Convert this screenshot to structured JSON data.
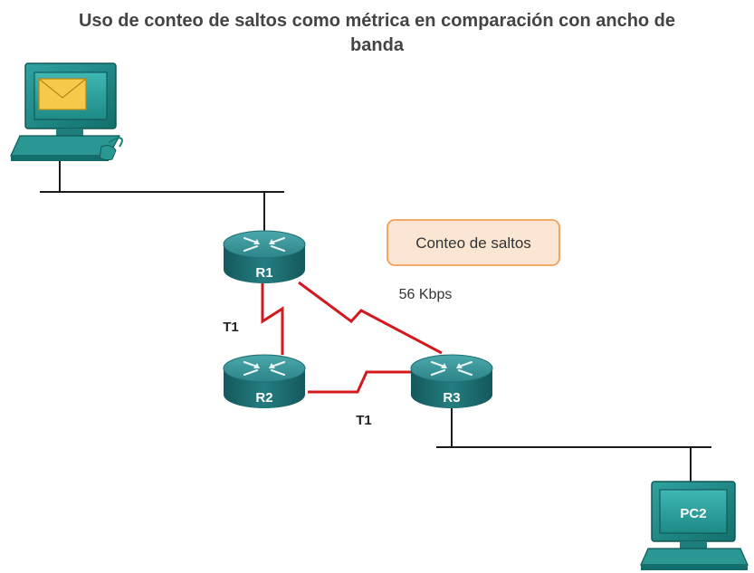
{
  "title": {
    "line1": "Uso de conteo de saltos como métrica en comparación con ancho de",
    "line2": "banda"
  },
  "callout": {
    "text": "Conteo de saltos"
  },
  "routers": {
    "r1": "R1",
    "r2": "R2",
    "r3": "R3"
  },
  "links": {
    "r1_r2": "T1",
    "r2_r3": "T1",
    "r1_r3": "56 Kbps"
  },
  "hosts": {
    "pc2": "PC2"
  },
  "colors": {
    "router_body": "#1f6f72",
    "router_top": "#3c9699",
    "serial_link": "#d2191e",
    "callout_fill": "#fbe6d3",
    "callout_border": "#f0a05a",
    "lan_line": "#1a1a1a"
  }
}
